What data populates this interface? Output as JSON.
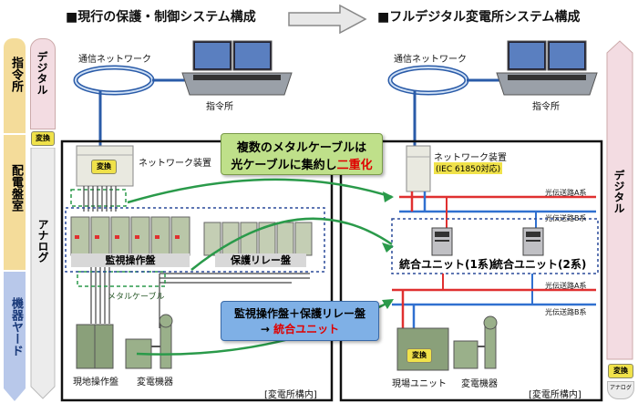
{
  "titles": {
    "left": "■現行の保護・制御システム構成",
    "right": "■フルデジタル変電所システム構成"
  },
  "left_axis": {
    "shirei": "指令所",
    "haiden": "配電盤室",
    "kiki": "機器ヤード",
    "digital": "デジタル",
    "henkan": "変換",
    "analog": "アナログ"
  },
  "right_axis": {
    "digital": "デジタル",
    "henkan": "変換",
    "analog": "アナログ"
  },
  "left_diagram": {
    "network": "通信ネットワーク",
    "shireisho": "指令所",
    "network_device": "ネットワーク装置",
    "henkan": "変換",
    "kanshi": "監視操作盤",
    "hogo": "保護リレー盤",
    "metal": "メタルケーブル",
    "genchi": "現地操作盤",
    "hendenkiki": "変電機器",
    "kounai": "[変電所構内]"
  },
  "right_diagram": {
    "network": "通信ネットワーク",
    "shireisho": "指令所",
    "network_device": "ネットワーク装置",
    "iec": "(IEC 61850対応)",
    "bus_a1": "光伝送路A系",
    "bus_b1": "光伝送路B系",
    "unit1": "統合ユニット(1系)",
    "unit2": "統合ユニット(2系)",
    "bus_a2": "光伝送路A系",
    "bus_b2": "光伝送路B系",
    "henkan": "変換",
    "genba": "現場ユニット",
    "hendenkiki": "変電機器",
    "kounai": "[変電所構内]"
  },
  "callout_green": {
    "line1": "複数のメタルケーブルは",
    "line2a": "光ケーブルに集約し",
    "line2b": "二重化"
  },
  "callout_blue": {
    "line1": "監視操作盤＋保護リレー盤",
    "line2a": "→",
    "line2b": "統合ユニット"
  },
  "colors": {
    "green_box": "#bfe08a",
    "blue_box": "#7fb0e6",
    "red_text": "#e00000",
    "arrow_green": "#2a9a4a",
    "bus_red": "#e03030",
    "bus_blue": "#3070d0",
    "left_col_yellow": "#f4dc9a",
    "left_col_blue": "#b8c8ea",
    "digital_col": "#f3dce2",
    "analog_col": "#ececec"
  }
}
